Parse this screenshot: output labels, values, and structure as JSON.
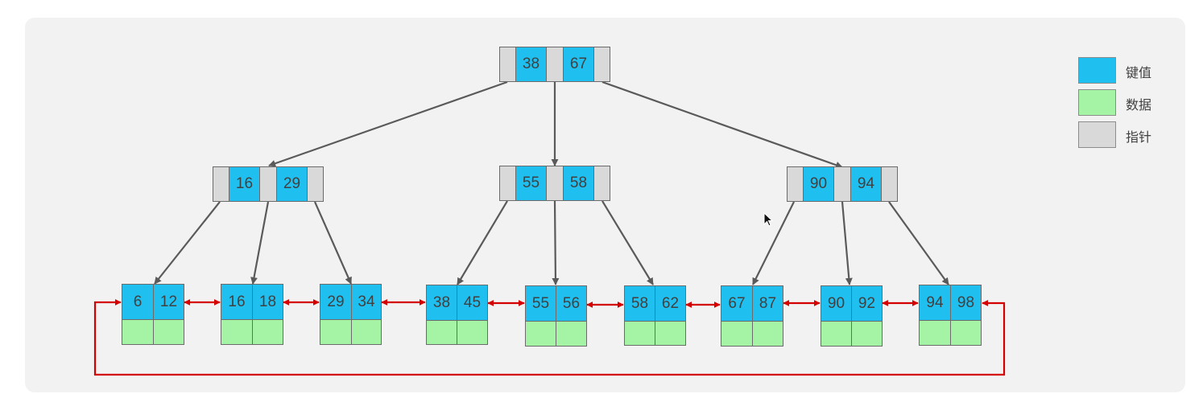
{
  "tree": {
    "root": {
      "keys": [
        "38",
        "67"
      ]
    },
    "internal": [
      {
        "keys": [
          "16",
          "29"
        ]
      },
      {
        "keys": [
          "55",
          "58"
        ]
      },
      {
        "keys": [
          "90",
          "94"
        ]
      }
    ],
    "leaves": [
      {
        "keys": [
          "6",
          "12"
        ]
      },
      {
        "keys": [
          "16",
          "18"
        ]
      },
      {
        "keys": [
          "29",
          "34"
        ]
      },
      {
        "keys": [
          "38",
          "45"
        ]
      },
      {
        "keys": [
          "55",
          "56"
        ]
      },
      {
        "keys": [
          "58",
          "62"
        ]
      },
      {
        "keys": [
          "67",
          "87"
        ]
      },
      {
        "keys": [
          "90",
          "92"
        ]
      },
      {
        "keys": [
          "94",
          "98"
        ]
      }
    ]
  },
  "legend": [
    {
      "label": "键值",
      "color": "#1fc0f0"
    },
    {
      "label": "数据",
      "color": "#a5f3a5"
    },
    {
      "label": "指针",
      "color": "#d9d9d9"
    }
  ],
  "colors": {
    "tree_link": "#5a5a5a",
    "leaf_link": "#d40000"
  }
}
